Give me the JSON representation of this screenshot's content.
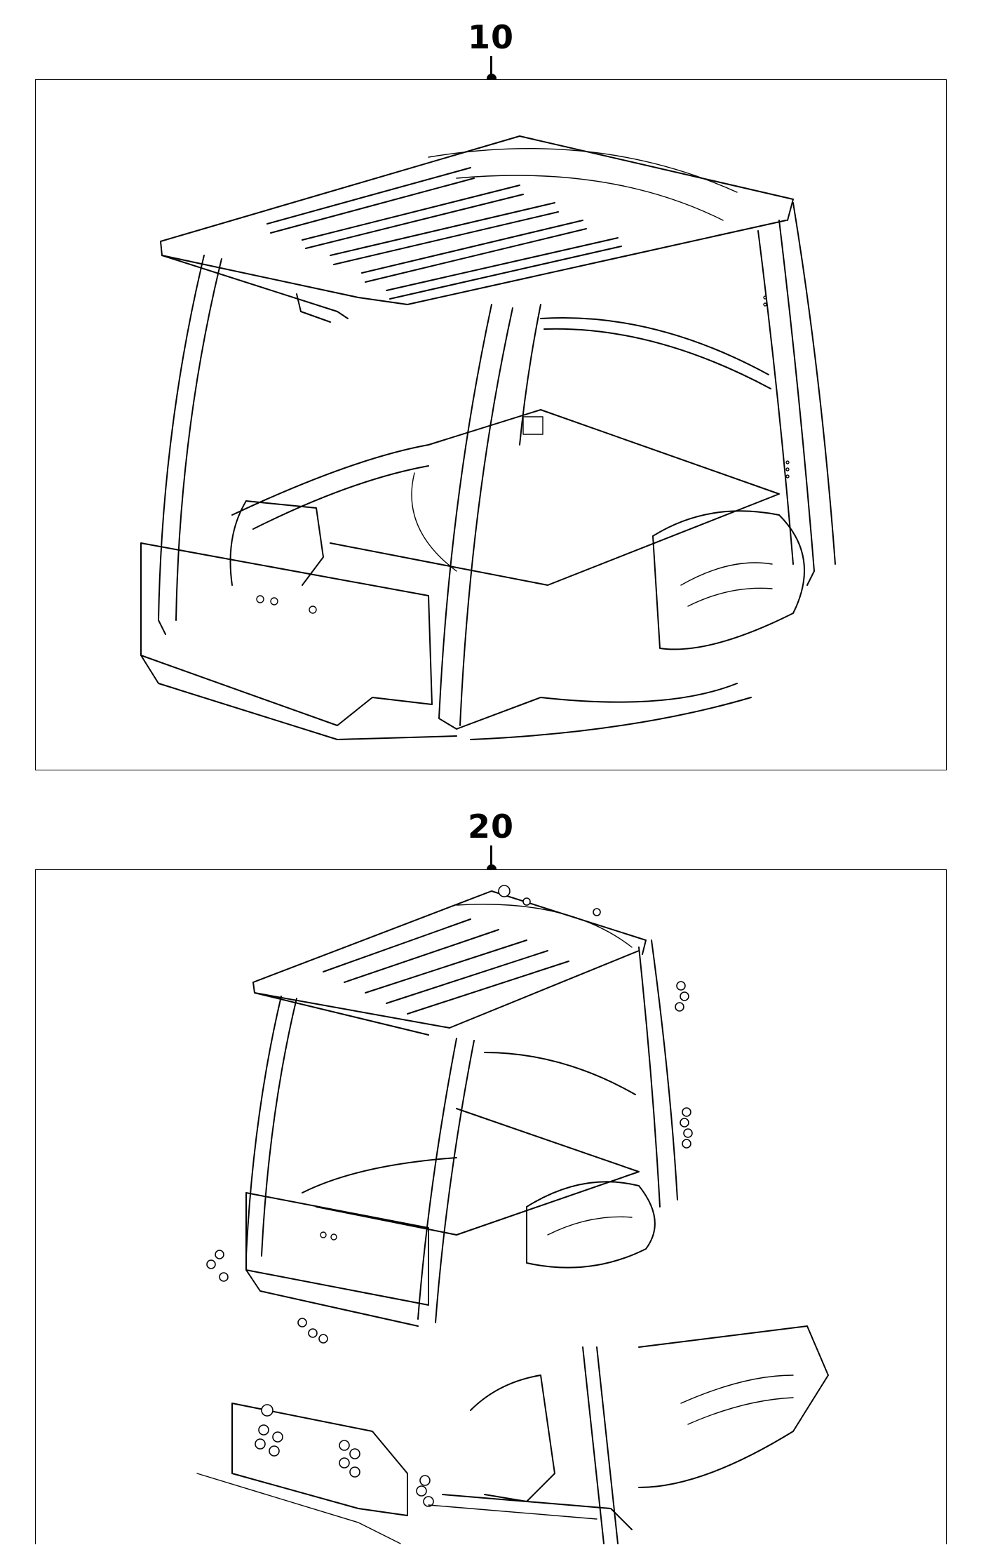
{
  "callouts": [
    {
      "id": "10",
      "label": "10"
    },
    {
      "id": "20",
      "label": "20"
    }
  ],
  "colors": {
    "line": "#000000",
    "background": "#ffffff"
  },
  "panels": [
    {
      "callout": "10",
      "content": "cab-frame-assembly"
    },
    {
      "callout": "20",
      "content": "cab-frame-exploded-with-fasteners"
    }
  ]
}
